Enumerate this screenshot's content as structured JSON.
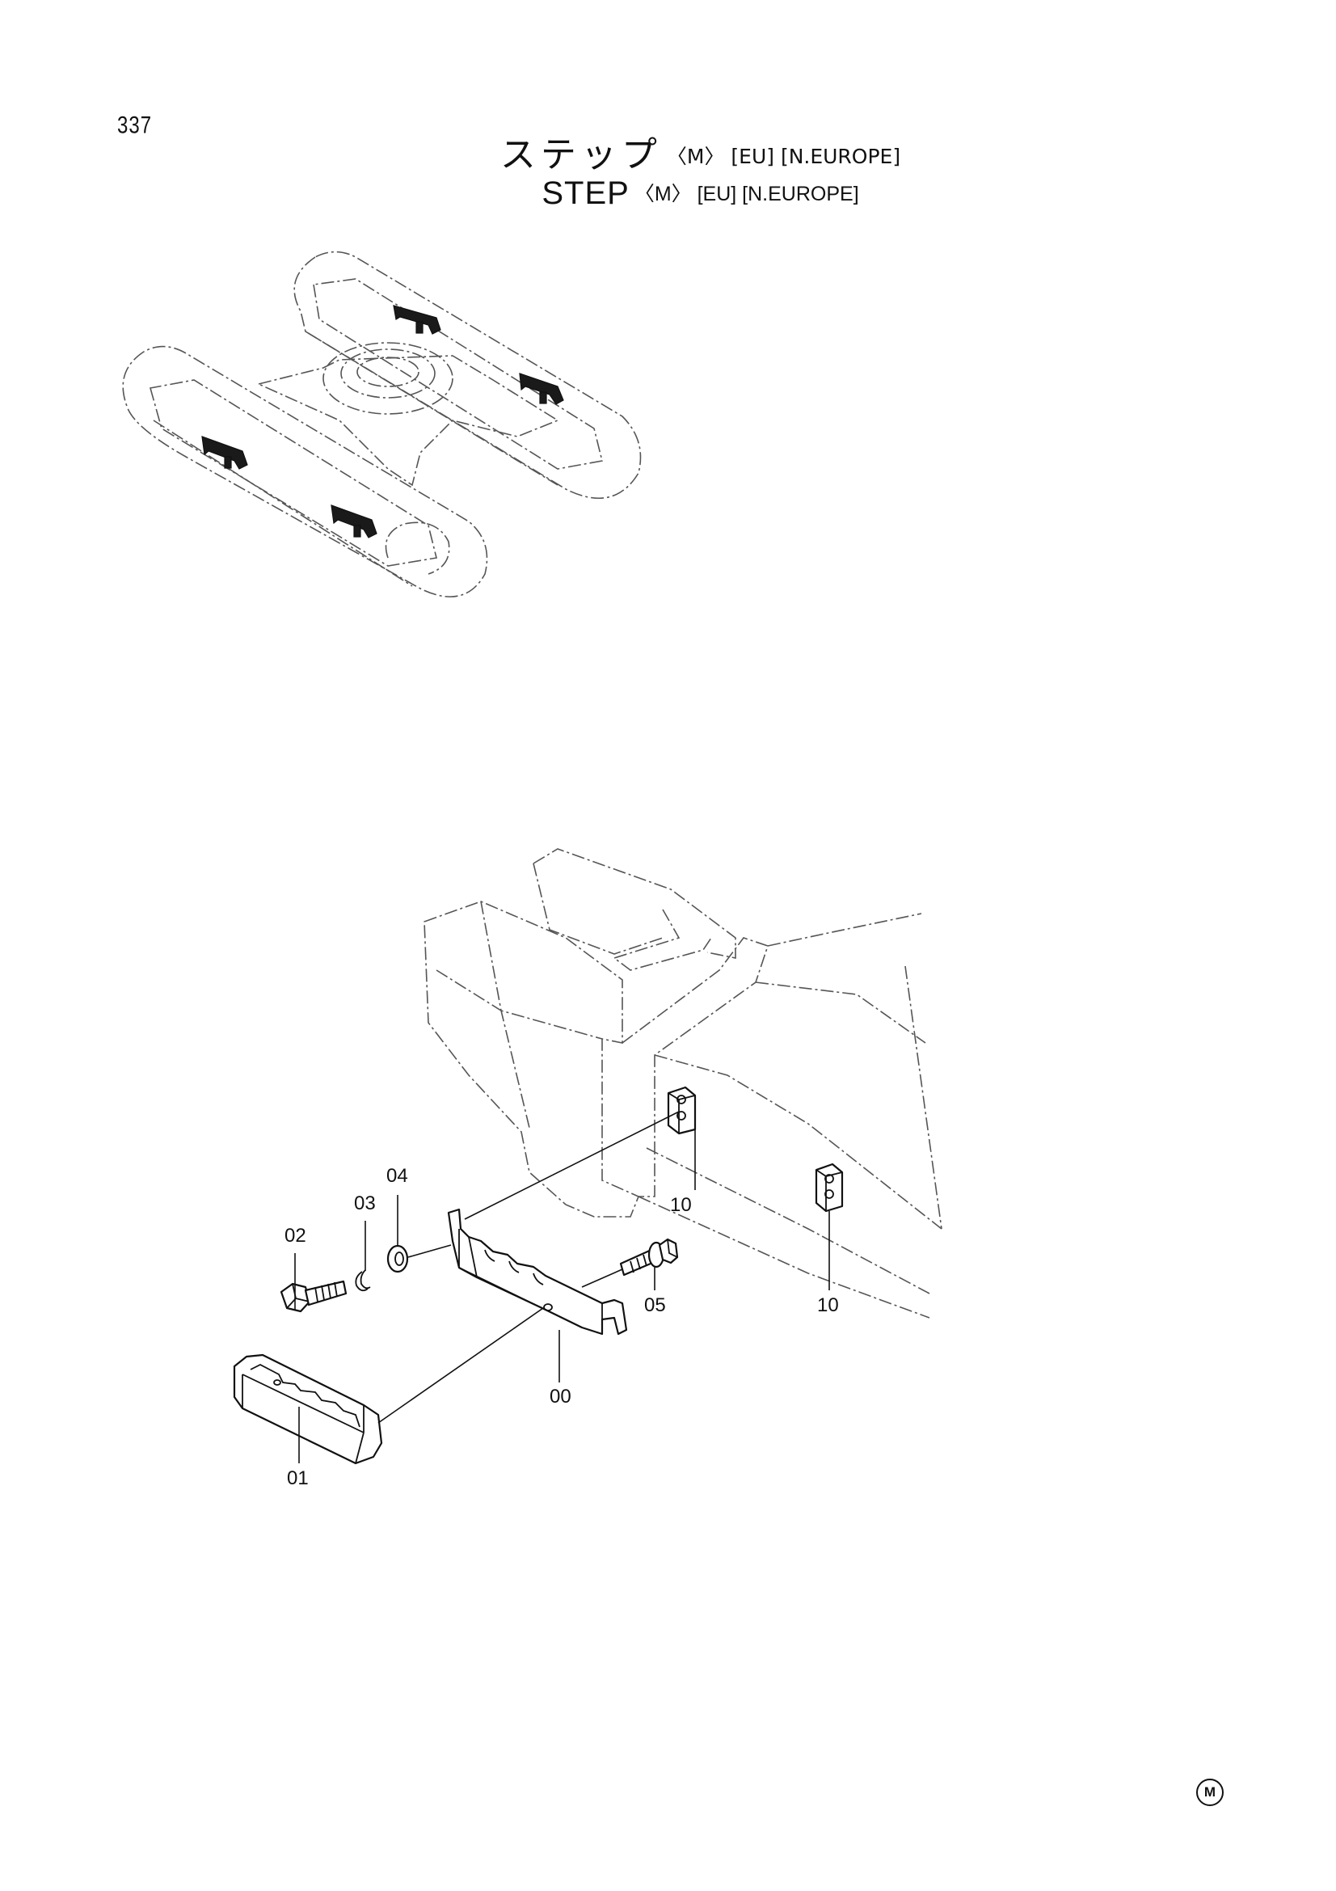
{
  "page_number": "337",
  "title_jp": "ステップ",
  "title_en": "STEP",
  "qualifier": "〈M〉 [EU]  [N.EUROPE]",
  "callouts": {
    "c00": "00",
    "c01": "01",
    "c02": "02",
    "c03": "03",
    "c04": "04",
    "c05": "05",
    "c10a": "10",
    "c10b": "10"
  },
  "corner_mark": "M"
}
